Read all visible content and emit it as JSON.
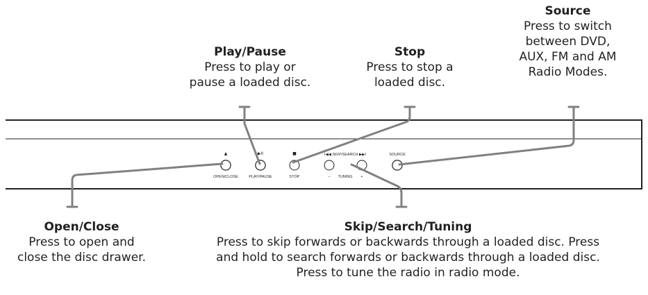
{
  "callouts": {
    "source": {
      "title": "Source",
      "description": "Press to switch\nbetween DVD,\nAUX, FM and AM\nRadio Modes."
    },
    "play_pause": {
      "title": "Play/Pause",
      "description": "Press to play or\npause a loaded disc."
    },
    "stop": {
      "title": "Stop",
      "description": "Press to stop a\nloaded disc."
    },
    "open_close": {
      "title": "Open/Close",
      "description": "Press to open and\nclose the disc drawer."
    },
    "skip_search_tuning": {
      "title": "Skip/Search/Tuning",
      "description": "Press to skip forwards or backwards through a loaded disc. Press\nand hold  to search forwards or backwards through a loaded disc.\nPress to tune the radio in radio mode."
    }
  },
  "panel": {
    "open_close": {
      "symbol": "▲",
      "label": "OPEN/CLOSE"
    },
    "play_pause": {
      "symbol": "▶II",
      "label": "PLAY/PAUSE"
    },
    "stop": {
      "symbol": "■",
      "label": "STOP"
    },
    "skip_search": {
      "label": "I◀◀ SKIP/SEARCH ▶▶I"
    },
    "tuning": {
      "minus": "–",
      "label": "TUNING",
      "plus": "+"
    },
    "source": {
      "label": "SOURCE"
    }
  },
  "colors": {
    "leader_line": "#808080",
    "panel_outline": "#231f20",
    "button_fill": "#ffffff",
    "button_shadow": "#9a9a9a"
  }
}
